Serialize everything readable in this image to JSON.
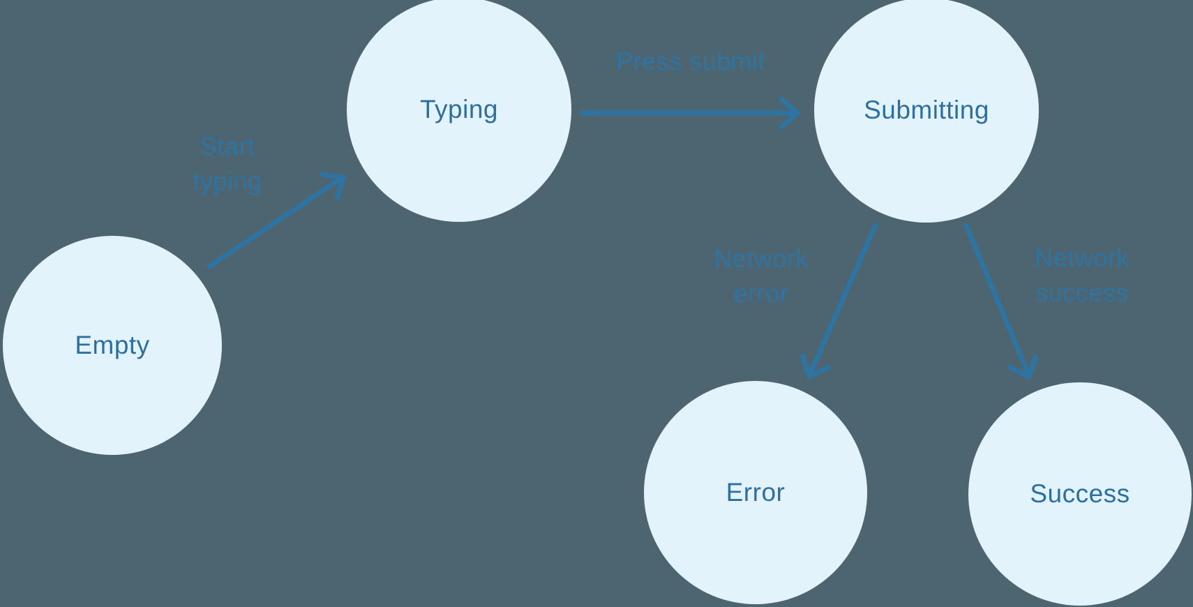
{
  "colors": {
    "background_color": "#4d6570",
    "node_fill": "#e3f3fc",
    "node_text_color": "#2d6f9e",
    "arrow_color": "#2e74a3"
  },
  "diagram": {
    "type": "state-machine",
    "states": [
      {
        "id": "empty",
        "label": "Empty"
      },
      {
        "id": "typing",
        "label": "Typing"
      },
      {
        "id": "submitting",
        "label": "Submitting"
      },
      {
        "id": "error",
        "label": "Error"
      },
      {
        "id": "success",
        "label": "Success"
      }
    ],
    "transitions": [
      {
        "from": "empty",
        "to": "typing",
        "label": "Start typing"
      },
      {
        "from": "typing",
        "to": "submitting",
        "label": "Press submit"
      },
      {
        "from": "submitting",
        "to": "error",
        "label": "Network error"
      },
      {
        "from": "submitting",
        "to": "success",
        "label": "Network success"
      }
    ]
  }
}
